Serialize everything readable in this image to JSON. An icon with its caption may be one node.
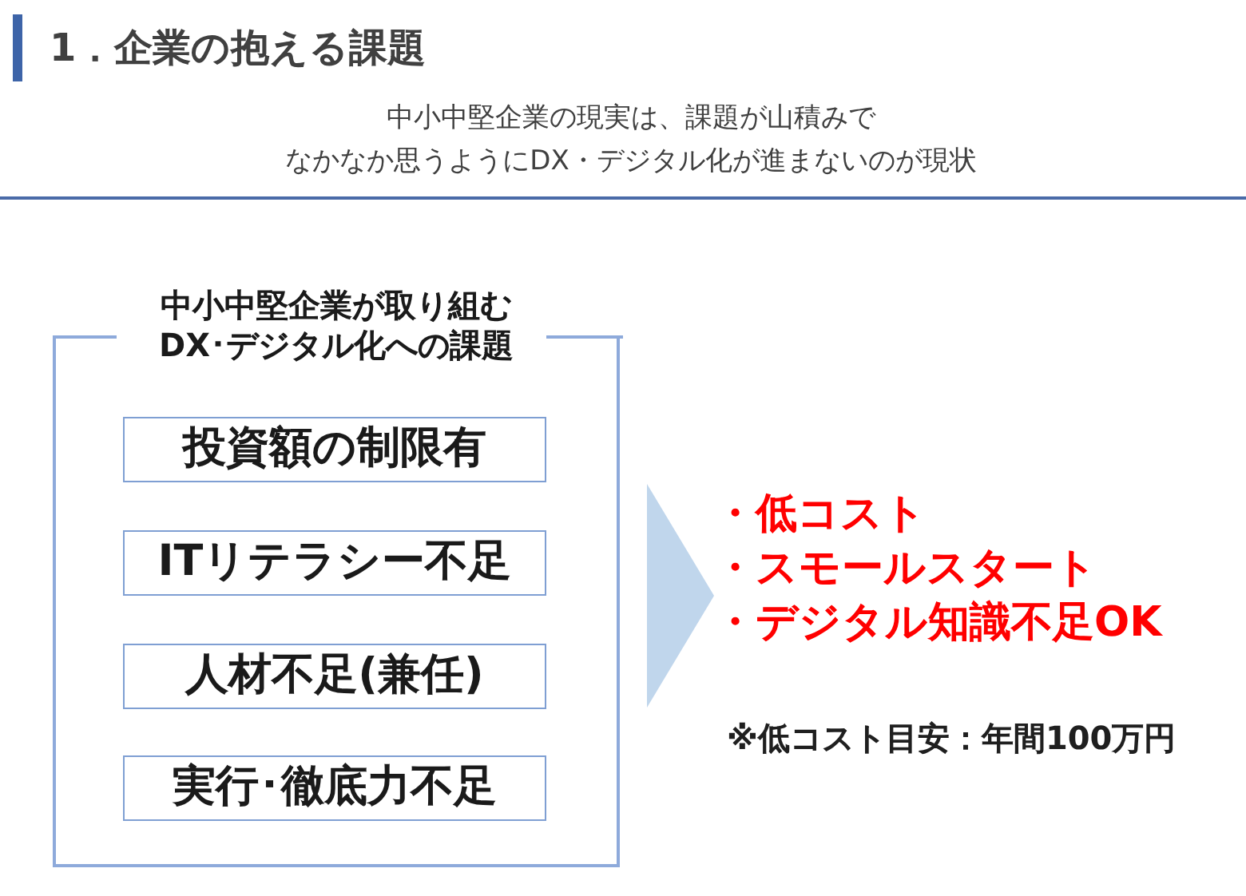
{
  "diagram": {
    "title": "1．企業の抱える課題",
    "nodes": [
      {
        "text": [
          "中小中堅企業が取り組むDX･デジタル化への課題"
        ]
      },
      {
        "text": [
          "投資額の制限有"
        ],
        "in": 0
      },
      {
        "text": [
          "ITリテラシー不足"
        ],
        "in": 0
      },
      {
        "text": [
          "人材不足(兼任)"
        ],
        "in": 0
      },
      {
        "text": [
          "実行･徹底力不足"
        ],
        "in": 0
      },
      {
        "text": [
          "・低コスト",
          "・スモールスタート",
          "・デジタル知識不足OK"
        ]
      }
    ],
    "edges": [
      {
        "from": 0,
        "to": 5,
        "arrow": "to"
      }
    ],
    "labels": [
      "中小中堅企業の現実は、課題が山積みでなかなか思うようにDX・デジタル化が進まないのが現状",
      "※低コスト目安：年間100万円"
    ]
  }
}
